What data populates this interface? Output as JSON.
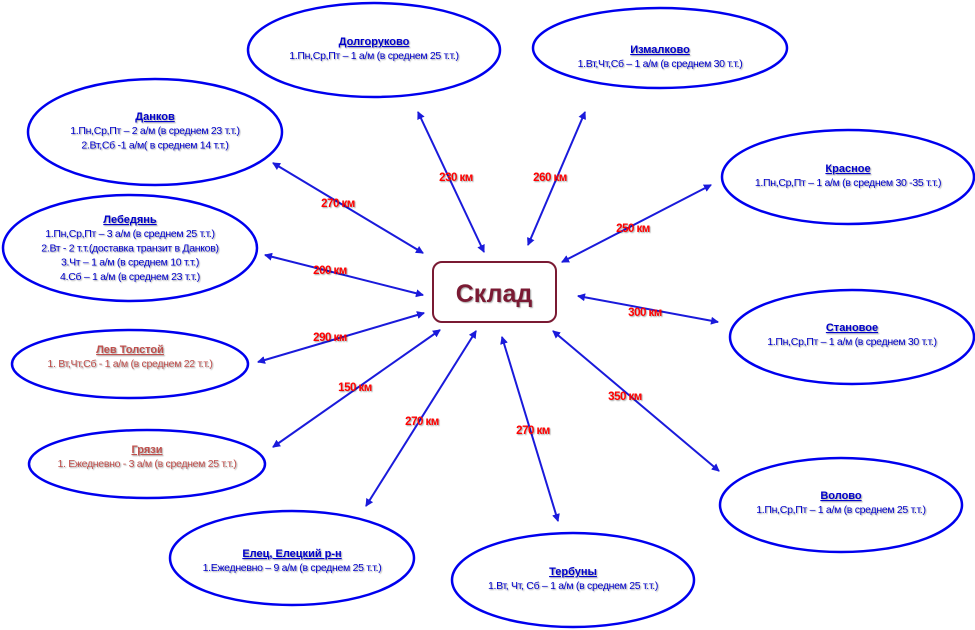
{
  "colors": {
    "ellipse": "#0000ee",
    "text_blue": "#0000cc",
    "text_red": "#c0504d",
    "distance": "#ff0000",
    "hub_border": "#7a1a33",
    "arrow": "#1a1adb"
  },
  "hub": {
    "label": "Склад"
  },
  "nodes": [
    {
      "id": "dolgorukovo",
      "title": "Долгоруково",
      "lines": [
        "1.Пн,Ср,Пт – 1 а/м (в среднем 25 т.т.)"
      ],
      "distance": "230 км",
      "tone": "blue"
    },
    {
      "id": "izmalkovo",
      "title": "Измалково",
      "lines": [
        "1.Вт,Чт,Сб – 1 а/м (в среднем 30 т.т.)"
      ],
      "distance": "260 км",
      "tone": "blue"
    },
    {
      "id": "dankov",
      "title": "Данков",
      "lines": [
        "1.Пн,Ср,Пт – 2 а/м (в среднем 23 т.т.)",
        "2.Вт,Сб -1 а/м( в среднем 14 т.т.)"
      ],
      "distance": "270 км",
      "tone": "blue"
    },
    {
      "id": "krasnoe",
      "title": "Красное",
      "lines": [
        "1.Пн,Ср,Пт – 1 а/м (в среднем 30 -35 т.т.)"
      ],
      "distance": "250 км",
      "tone": "blue"
    },
    {
      "id": "lebedyan",
      "title": "Лебедянь",
      "lines": [
        "1.Пн,Ср,Пт – 3 а/м (в среднем 25 т.т.)",
        "2.Вт - 2 т.т.(доставка транзит в Данков)",
        "3.Чт – 1 а/м (в среднем 10 т.т.)",
        "4.Сб – 1 а/м (в среднем 23 т.т.)"
      ],
      "distance": "200 км",
      "tone": "blue"
    },
    {
      "id": "stanovoe",
      "title": "Становое",
      "lines": [
        "1.Пн,Ср,Пт – 1 а/м (в среднем 30 т.т.)"
      ],
      "distance": "300 км",
      "tone": "blue"
    },
    {
      "id": "lev-tolstoy",
      "title": "Лев Толстой",
      "lines": [
        "1. Вт,Чт,Сб - 1 а/м (в среднем 22 т.т.)"
      ],
      "distance": "290 км",
      "tone": "red"
    },
    {
      "id": "gryazi",
      "title": "Грязи",
      "lines": [
        "1. Ежедневно - 3 а/м (в среднем 25 т.т.)"
      ],
      "distance": "150 км",
      "tone": "red"
    },
    {
      "id": "elets",
      "title": "Елец, Елецкий р-н",
      "lines": [
        "1.Ежедневно – 9 а/м (в среднем 25 т.т.)"
      ],
      "distance": "270 км",
      "tone": "blue"
    },
    {
      "id": "terbuny",
      "title": "Тербуны",
      "lines": [
        "1.Вт, Чт, Сб – 1 а/м (в среднем 25 т.т.)"
      ],
      "distance": "270 км",
      "tone": "blue"
    },
    {
      "id": "volovo",
      "title": "Волово",
      "lines": [
        "1.Пн,Ср,Пт – 1 а/м (в среднем 25 т.т.)"
      ],
      "distance": "350 км",
      "tone": "blue"
    }
  ]
}
